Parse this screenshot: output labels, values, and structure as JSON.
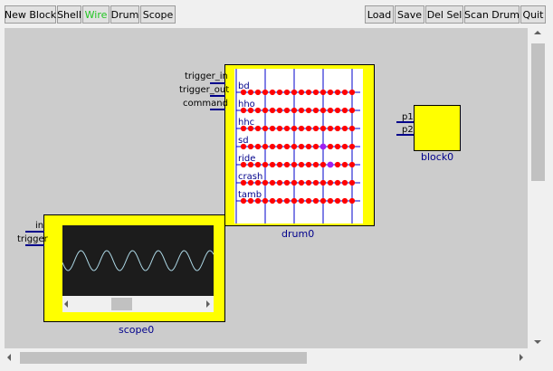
{
  "toolbar": {
    "left_buttons": [
      "New Block",
      "Shell",
      "Wire",
      "Drum",
      "Scope"
    ],
    "right_buttons": [
      "Load",
      "Save",
      "Del Sel",
      "Scan Drum",
      "Quit"
    ],
    "active_button": "Wire",
    "active_color": "#22c522"
  },
  "colors": {
    "canvas": "#cccccc",
    "block_fill": "#ffff00",
    "wire": "#00008b",
    "drum_grid": "#0000cd",
    "drum_dot": "#ff0000",
    "drum_dot_active": "#a020f0",
    "scope_screen": "#1c1c1c",
    "scope_wave": "#add8e6"
  },
  "blocks": {
    "drum": {
      "name": "drum0",
      "inputs": [
        "trigger_in",
        "trigger_out",
        "command"
      ],
      "rows": [
        "bd",
        "hho",
        "hhc",
        "sd",
        "ride",
        "crash",
        "tamb"
      ],
      "steps": 16,
      "active_steps": [
        {
          "row": 3,
          "step": 11
        },
        {
          "row": 4,
          "step": 12
        }
      ]
    },
    "block": {
      "name": "block0",
      "inputs": [
        "p1",
        "p2"
      ]
    },
    "scope": {
      "name": "scope0",
      "inputs": [
        "in",
        "trigger"
      ]
    }
  }
}
